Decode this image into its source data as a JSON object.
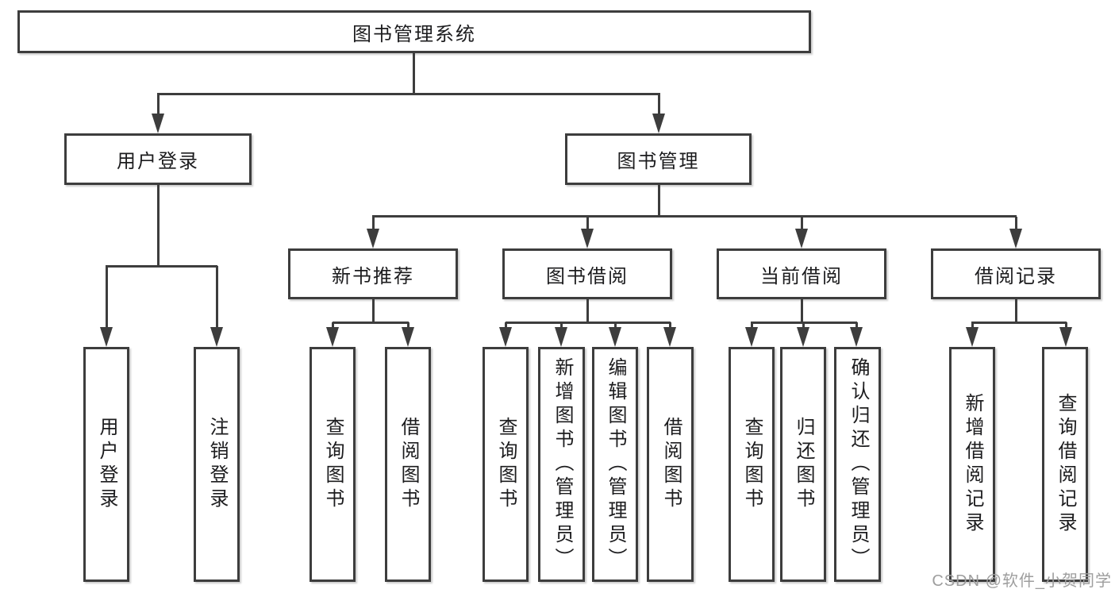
{
  "tree": {
    "root": {
      "label": "图书管理系统",
      "children": [
        {
          "label": "用户登录",
          "children": [
            {
              "label": "用户登录"
            },
            {
              "label": "注销登录"
            }
          ]
        },
        {
          "label": "图书管理",
          "children": [
            {
              "label": "新书推荐",
              "children": [
                {
                  "label": "查询图书"
                },
                {
                  "label": "借阅图书"
                }
              ]
            },
            {
              "label": "图书借阅",
              "children": [
                {
                  "label": "查询图书"
                },
                {
                  "label": "新增图书（管理员）"
                },
                {
                  "label": "编辑图书（管理员）"
                },
                {
                  "label": "借阅图书"
                }
              ]
            },
            {
              "label": "当前借阅",
              "children": [
                {
                  "label": "查询图书"
                },
                {
                  "label": "归还图书"
                },
                {
                  "label": "确认归还（管理员）"
                }
              ]
            },
            {
              "label": "借阅记录",
              "children": [
                {
                  "label": "新增借阅记录"
                },
                {
                  "label": "查询借阅记录"
                }
              ]
            }
          ]
        }
      ]
    }
  },
  "watermark": {
    "text": "CSDN @软件_小贺同学"
  },
  "colors": {
    "line": "#3d3d3d",
    "text": "#1c1c1e",
    "bg": "#ffffff",
    "wm": "#9e9e9e"
  }
}
